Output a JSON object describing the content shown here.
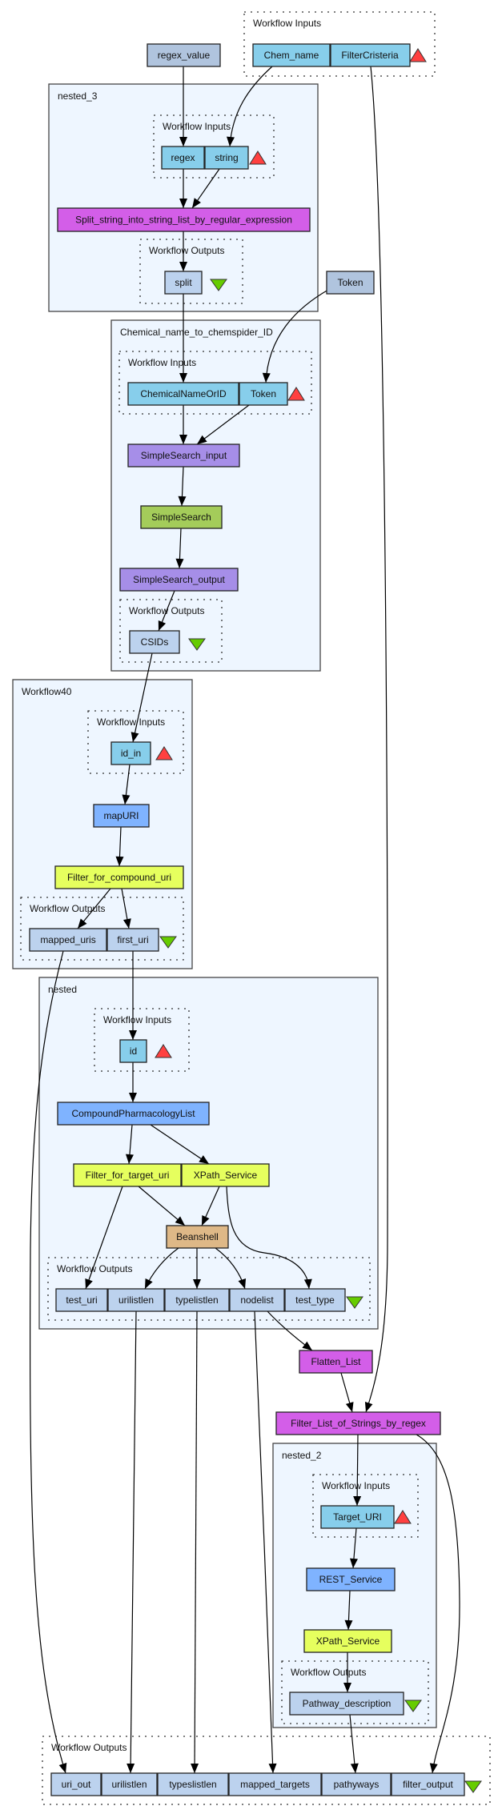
{
  "colors": {
    "input_port": "#87ceeb",
    "output_port": "#bcd2ee",
    "workflow_constant": "#b0c4de",
    "localworker_purple": "#d35ee8",
    "xml_splitter": "#a68ee8",
    "wsdl_green": "#a4cc5a",
    "rest_blue": "#7fb3ff",
    "xpath_yellow": "#e6ff5e",
    "beanshell": "#deb887",
    "input_triangle": "#ff4040",
    "output_triangle": "#66cc00",
    "cluster_bg": "#eef6ff"
  },
  "top_inputs": {
    "label": "Workflow Inputs",
    "ports": [
      "Chem_name",
      "FilterCristeria"
    ]
  },
  "constants": {
    "regex_value": "regex_value",
    "token": "Token"
  },
  "nested_3": {
    "title": "nested_3",
    "inputs_label": "Workflow Inputs",
    "inputs": [
      "regex",
      "string"
    ],
    "processor": "Split_string_into_string_list_by_regular_expression",
    "outputs_label": "Workflow Outputs",
    "outputs": [
      "split"
    ]
  },
  "chemspider": {
    "title": "Chemical_name_to_chemspider_ID",
    "inputs_label": "Workflow Inputs",
    "inputs": [
      "ChemicalNameOrID",
      "Token"
    ],
    "processors": [
      "SimpleSearch_input",
      "SimpleSearch",
      "SimpleSearch_output"
    ],
    "outputs_label": "Workflow Outputs",
    "outputs": [
      "CSIDs"
    ]
  },
  "workflow40": {
    "title": "Workflow40",
    "inputs_label": "Workflow Inputs",
    "inputs": [
      "id_in"
    ],
    "processors": [
      "mapURI",
      "Filter_for_compound_uri"
    ],
    "outputs_label": "Workflow Outputs",
    "outputs": [
      "mapped_uris",
      "first_uri"
    ]
  },
  "nested": {
    "title": "nested",
    "inputs_label": "Workflow Inputs",
    "inputs": [
      "id"
    ],
    "processors": [
      "CompoundPharmacologyList",
      "Filter_for_target_uri",
      "XPath_Service",
      "Beanshell"
    ],
    "outputs_label": "Workflow Outputs",
    "outputs": [
      "test_uri",
      "urilistlen",
      "typelistlen",
      "nodelist",
      "test_type"
    ]
  },
  "top_processors": {
    "flatten": "Flatten_List",
    "filter_list": "Filter_List_of_Strings_by_regex"
  },
  "nested_2": {
    "title": "nested_2",
    "inputs_label": "Workflow Inputs",
    "inputs": [
      "Target_URI"
    ],
    "processors": [
      "REST_Service",
      "XPath_Service"
    ],
    "outputs_label": "Workflow Outputs",
    "outputs": [
      "Pathway_description"
    ]
  },
  "bottom_outputs": {
    "label": "Workflow Outputs",
    "ports": [
      "uri_out",
      "urilistlen",
      "typeslistlen",
      "mapped_targets",
      "pathyways",
      "filter_output"
    ]
  }
}
